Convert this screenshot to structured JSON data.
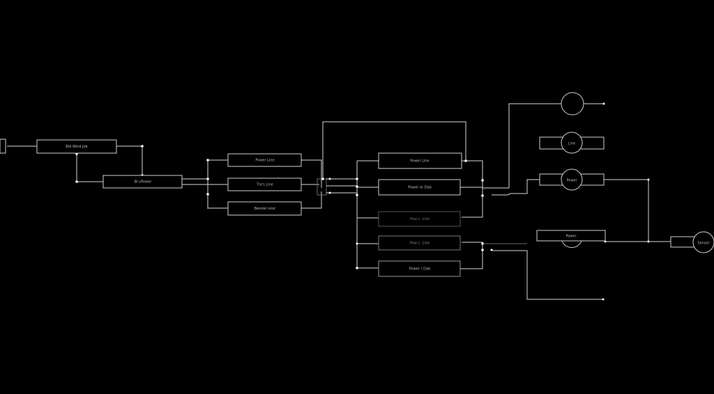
{
  "diagram": {
    "background": "#000000",
    "line_color": "#d8d8d8",
    "blocks": [
      {
        "id": "b1",
        "label": "Bld Wind Job"
      },
      {
        "id": "b2",
        "label": "Bl uPower"
      },
      {
        "id": "b3",
        "label": "Power Line"
      },
      {
        "id": "b4",
        "label": "Tra's Line"
      },
      {
        "id": "b5",
        "label": "Bender Ivior"
      },
      {
        "id": "b6",
        "label": "Power Line"
      },
      {
        "id": "b7",
        "label": "Power or Dab"
      },
      {
        "id": "b8",
        "label": "Pow c. Line"
      },
      {
        "id": "b9",
        "label": "Pow c. Line"
      },
      {
        "id": "b10",
        "label": "Power r Dab"
      },
      {
        "id": "m2",
        "label": "Line"
      },
      {
        "id": "m3",
        "label": "Power"
      },
      {
        "id": "b11",
        "label": "Power"
      },
      {
        "id": "m4",
        "label": "Sensor"
      }
    ]
  }
}
